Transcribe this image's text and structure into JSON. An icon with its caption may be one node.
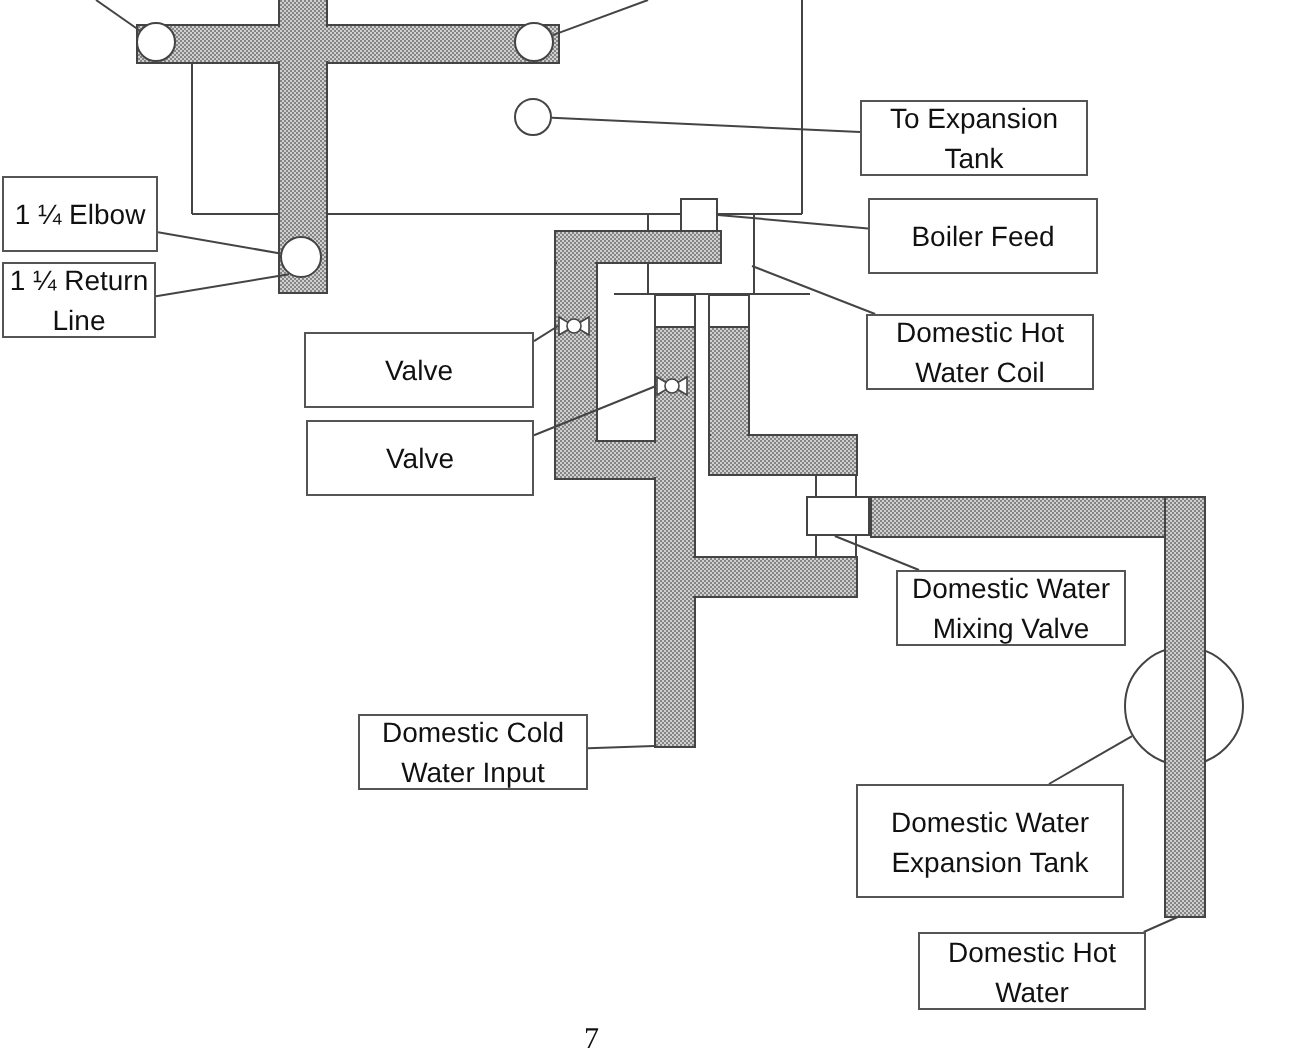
{
  "diagram": {
    "nodes": [
      {
        "text": [],
        "shape": "circle"
      },
      {
        "text": [],
        "shape": "circle"
      },
      {
        "text": [],
        "shape": "circle"
      },
      {
        "text": [
          "To Expansion Tank"
        ]
      },
      {
        "text": [],
        "shape": "box"
      },
      {
        "text": [
          "1 ¼ Elbow"
        ]
      },
      {
        "text": [],
        "shape": "circle"
      },
      {
        "text": [
          "Boiler Feed"
        ]
      },
      {
        "text": [
          "1 ¼ Return Line"
        ]
      },
      {
        "text": [
          "Domestic Hot Water Coil"
        ]
      },
      {
        "text": [],
        "shape": "valve"
      },
      {
        "text": [
          "Valve"
        ]
      },
      {
        "text": [],
        "shape": "valve"
      },
      {
        "text": [
          "Valve"
        ]
      },
      {
        "text": [],
        "shape": "box"
      },
      {
        "text": [
          "Domestic Water Mixing Valve"
        ]
      },
      {
        "text": [
          "Domestic Cold Water Input"
        ]
      },
      {
        "text": [],
        "shape": "circle"
      },
      {
        "text": [
          "Domestic Water Expansion Tank"
        ]
      },
      {
        "text": [
          "Domestic Hot Water"
        ]
      }
    ],
    "edges": [
      {
        "from": null,
        "to": 0,
        "arrow": "none"
      },
      {
        "from": null,
        "to": 1,
        "arrow": "none"
      },
      {
        "from": 3,
        "to": 2,
        "arrow": "none"
      },
      {
        "from": 5,
        "to": 6,
        "arrow": "none"
      },
      {
        "from": 8,
        "to": 6,
        "arrow": "none"
      },
      {
        "from": 7,
        "to": 4,
        "arrow": "none"
      },
      {
        "from": 9,
        "to": null,
        "arrow": "none"
      },
      {
        "from": 11,
        "to": 10,
        "arrow": "none"
      },
      {
        "from": 13,
        "to": 12,
        "arrow": "none"
      },
      {
        "from": 15,
        "to": 14,
        "arrow": "none"
      },
      {
        "from": 16,
        "to": null,
        "arrow": "none"
      },
      {
        "from": 18,
        "to": 17,
        "arrow": "none"
      },
      {
        "from": 19,
        "to": null,
        "arrow": "none"
      }
    ],
    "labels": [
      "7"
    ]
  }
}
